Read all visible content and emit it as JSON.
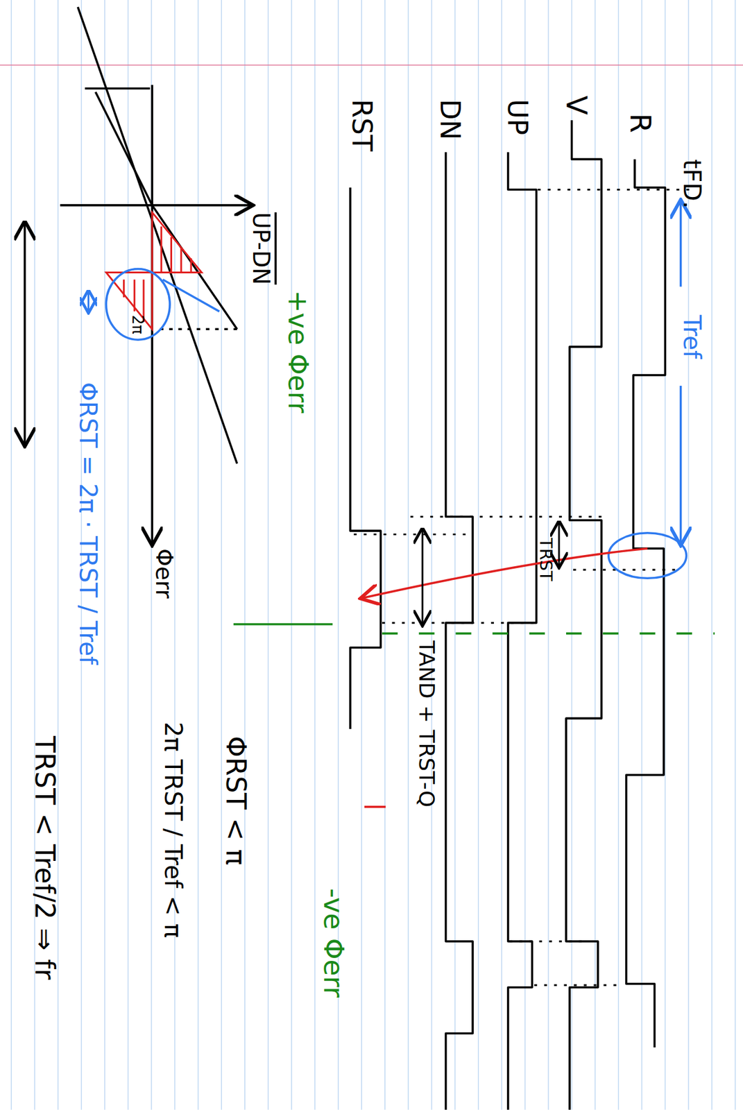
{
  "diagram": {
    "labels": [
      "tFD.",
      "R",
      "V",
      "UP",
      "DN",
      "RST",
      "Tref",
      "TRST",
      "TAND + TRST-Q",
      "+ve Φerr",
      "-ve Φerr",
      "UP-DN",
      "Φerr",
      "2π",
      "ΦRST = 2π · TRST / Tref",
      "ΦRST < π",
      "2π TRST / Tref < π",
      "TRST < Tref/2 ⇒ fr"
    ]
  }
}
